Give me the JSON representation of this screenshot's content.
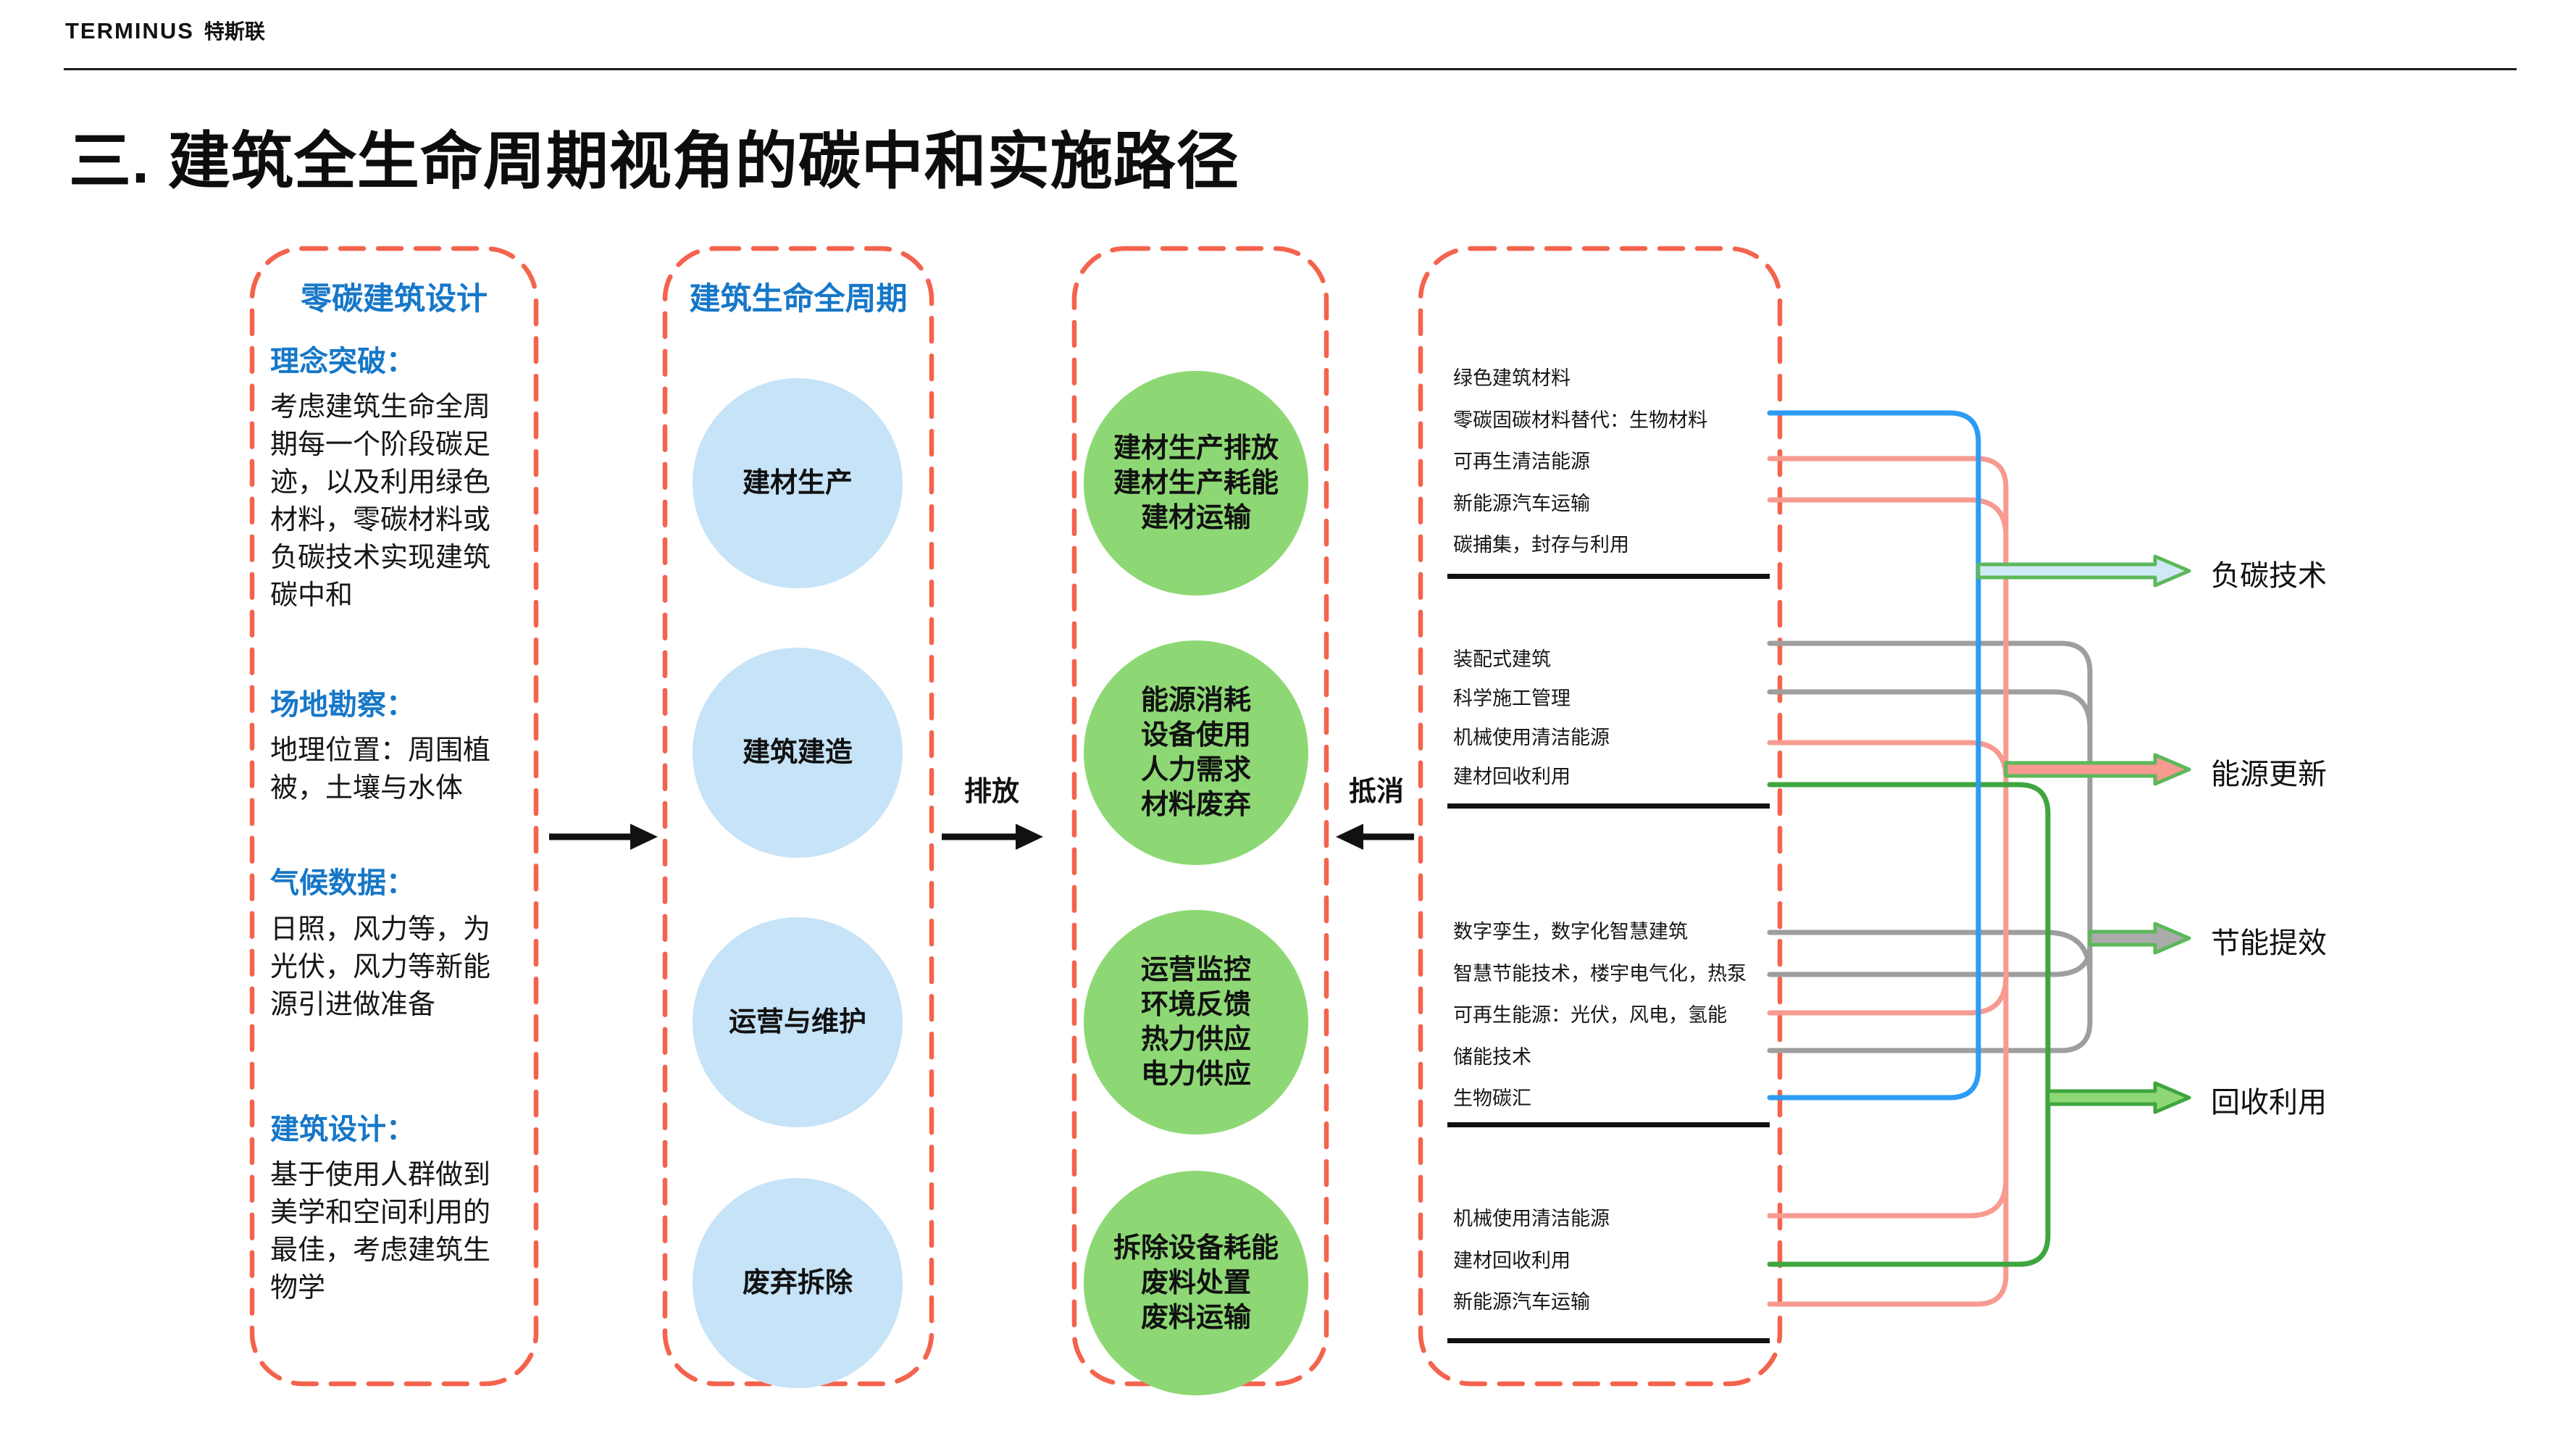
{
  "logo": {
    "brand_en": "TERMINUS",
    "brand_cn": "特斯联"
  },
  "page": {
    "title": "三. 建筑全生命周期视角的碳中和实施路径"
  },
  "panel1": {
    "title": "零碳建筑设计",
    "sections": [
      {
        "heading": "理念突破：",
        "body": "考虑建筑生命全周期每一个阶段碳足迹，以及利用绿色材料，零碳材料或负碳技术实现建筑碳中和"
      },
      {
        "heading": "场地勘察：",
        "body": "地理位置：周围植被，土壤与水体"
      },
      {
        "heading": "气候数据：",
        "body": "日照，风力等，为光伏，风力等新能源引进做准备"
      },
      {
        "heading": "建筑设计：",
        "body": "基于使用人群做到美学和空间利用的最佳，考虑建筑生物学"
      }
    ]
  },
  "panel2": {
    "title": "建筑生命全周期",
    "stages": [
      "建材生产",
      "建筑建造",
      "运营与维护",
      "废弃拆除"
    ]
  },
  "panel3": {
    "circles": [
      [
        "建材生产排放",
        "建材生产耗能",
        "建材运输"
      ],
      [
        "能源消耗",
        "设备使用",
        "人力需求",
        "材料废弃"
      ],
      [
        "运营监控",
        "环境反馈",
        "热力供应",
        "电力供应"
      ],
      [
        "拆除设备耗能",
        "废料处置",
        "废料运输"
      ]
    ]
  },
  "flow": {
    "emission": "排放",
    "offset": "抵消"
  },
  "panel4": {
    "groups": [
      [
        "绿色建筑材料",
        "零碳固碳材料替代：生物材料",
        "可再生清洁能源",
        "新能源汽车运输",
        "碳捕集，封存与利用"
      ],
      [
        "装配式建筑",
        "科学施工管理",
        "机械使用清洁能源",
        "建材回收利用"
      ],
      [
        "数字孪生，数字化智慧建筑",
        "智慧节能技术，楼宇电气化，热泵",
        "可再生能源：光伏，风电，氢能",
        "储能技术",
        "生物碳汇"
      ],
      [
        "机械使用清洁能源",
        "建材回收利用",
        "新能源汽车运输"
      ]
    ]
  },
  "outputs": [
    {
      "label": "负碳技术"
    },
    {
      "label": "能源更新"
    },
    {
      "label": "节能提效"
    },
    {
      "label": "回收利用"
    }
  ],
  "colors": {
    "accent_blue": "#1677C8",
    "dashed_border": "#F4634D",
    "circle_blue": "#C6E3F7",
    "circle_green": "#8DD874",
    "line_blue": "#2D9CF4",
    "line_salmon": "#F79A90",
    "line_gray": "#9E9E9E",
    "line_green": "#3FA53F",
    "arrow_outline_green": "#5CB85A",
    "arrow_fill_carbon": "#CFE9F7",
    "arrow_fill_energy": "#F79A90",
    "arrow_fill_save": "#ABABAB",
    "arrow_fill_recycle": "#8DD874"
  }
}
